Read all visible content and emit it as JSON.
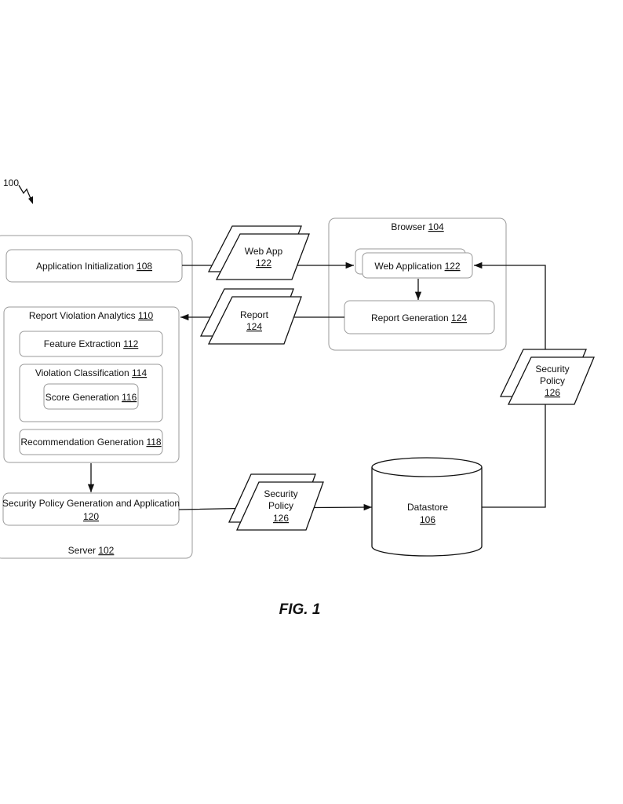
{
  "ref": {
    "label": "100"
  },
  "server": {
    "name": "Server ",
    "num": "102"
  },
  "browser": {
    "name": "Browser ",
    "num": "104"
  },
  "datastore": {
    "name": "Datastore",
    "num": "106"
  },
  "app_init": {
    "name": "Application Initialization ",
    "num": "108"
  },
  "rva": {
    "name": "Report Violation Analytics ",
    "num": "110"
  },
  "feature": {
    "name": "Feature Extraction ",
    "num": "112"
  },
  "violation": {
    "name": "Violation Classification ",
    "num": "114"
  },
  "score": {
    "name": "Score Generation ",
    "num": "116"
  },
  "recommendation": {
    "name": "Recommendation Generation ",
    "num": "118"
  },
  "spga": {
    "name": "Security Policy Generation and Application",
    "num": "120"
  },
  "web_application": {
    "name": "Web Application ",
    "num": "122"
  },
  "report_generation": {
    "name": "Report Generation ",
    "num": "124"
  },
  "doc_webapp": {
    "line1": "Web App",
    "num": "122"
  },
  "doc_report": {
    "line1": "Report",
    "num": "124"
  },
  "doc_policy_right": {
    "line1": "Security",
    "line2": "Policy",
    "num": "126"
  },
  "doc_policy_bottom": {
    "line1": "Security",
    "line2": "Policy",
    "num": "126"
  },
  "figure": {
    "caption": "FIG. 1"
  }
}
